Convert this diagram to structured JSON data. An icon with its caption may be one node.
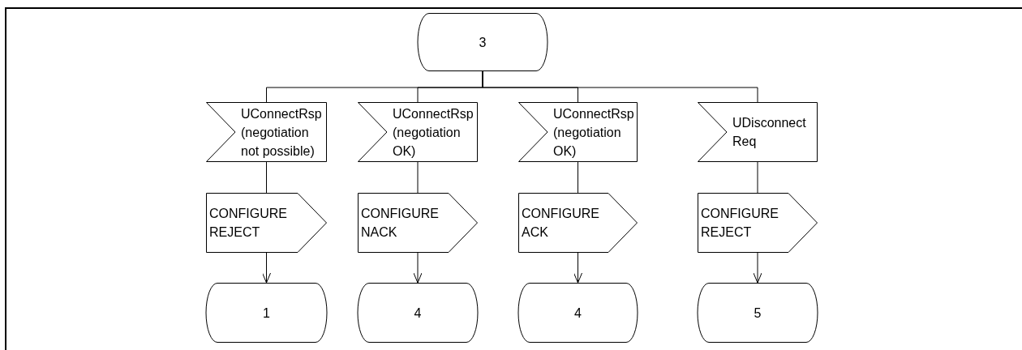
{
  "diagram": {
    "nodes": [
      {
        "text": [
          "3"
        ]
      },
      {
        "text": [
          "UConnectRsp (negotiation not possible)"
        ]
      },
      {
        "text": [
          "UConnectRsp (negotiation OK)"
        ]
      },
      {
        "text": [
          "UConnectRsp (negotiation OK)"
        ]
      },
      {
        "text": [
          "UDisconnect Req"
        ]
      },
      {
        "text": [
          "CONFIGURE REJECT"
        ]
      },
      {
        "text": [
          "CONFIGURE NACK"
        ]
      },
      {
        "text": [
          "CONFIGURE ACK"
        ]
      },
      {
        "text": [
          "CONFIGURE REJECT"
        ]
      },
      {
        "text": [
          "1"
        ]
      },
      {
        "text": [
          "4"
        ]
      },
      {
        "text": [
          "4"
        ]
      },
      {
        "text": [
          "5"
        ]
      }
    ],
    "edges": [
      {
        "from": 0,
        "to": 1,
        "arrow": "none"
      },
      {
        "from": 0,
        "to": 2,
        "arrow": "none"
      },
      {
        "from": 0,
        "to": 3,
        "arrow": "none"
      },
      {
        "from": 0,
        "to": 4,
        "arrow": "none"
      },
      {
        "from": 1,
        "to": 5,
        "arrow": "none"
      },
      {
        "from": 2,
        "to": 6,
        "arrow": "none"
      },
      {
        "from": 3,
        "to": 7,
        "arrow": "none"
      },
      {
        "from": 4,
        "to": 8,
        "arrow": "none"
      },
      {
        "from": 5,
        "to": 9,
        "arrow": "to"
      },
      {
        "from": 6,
        "to": 10,
        "arrow": "to"
      },
      {
        "from": 7,
        "to": 11,
        "arrow": "to"
      },
      {
        "from": 8,
        "to": 12,
        "arrow": "to"
      }
    ]
  }
}
